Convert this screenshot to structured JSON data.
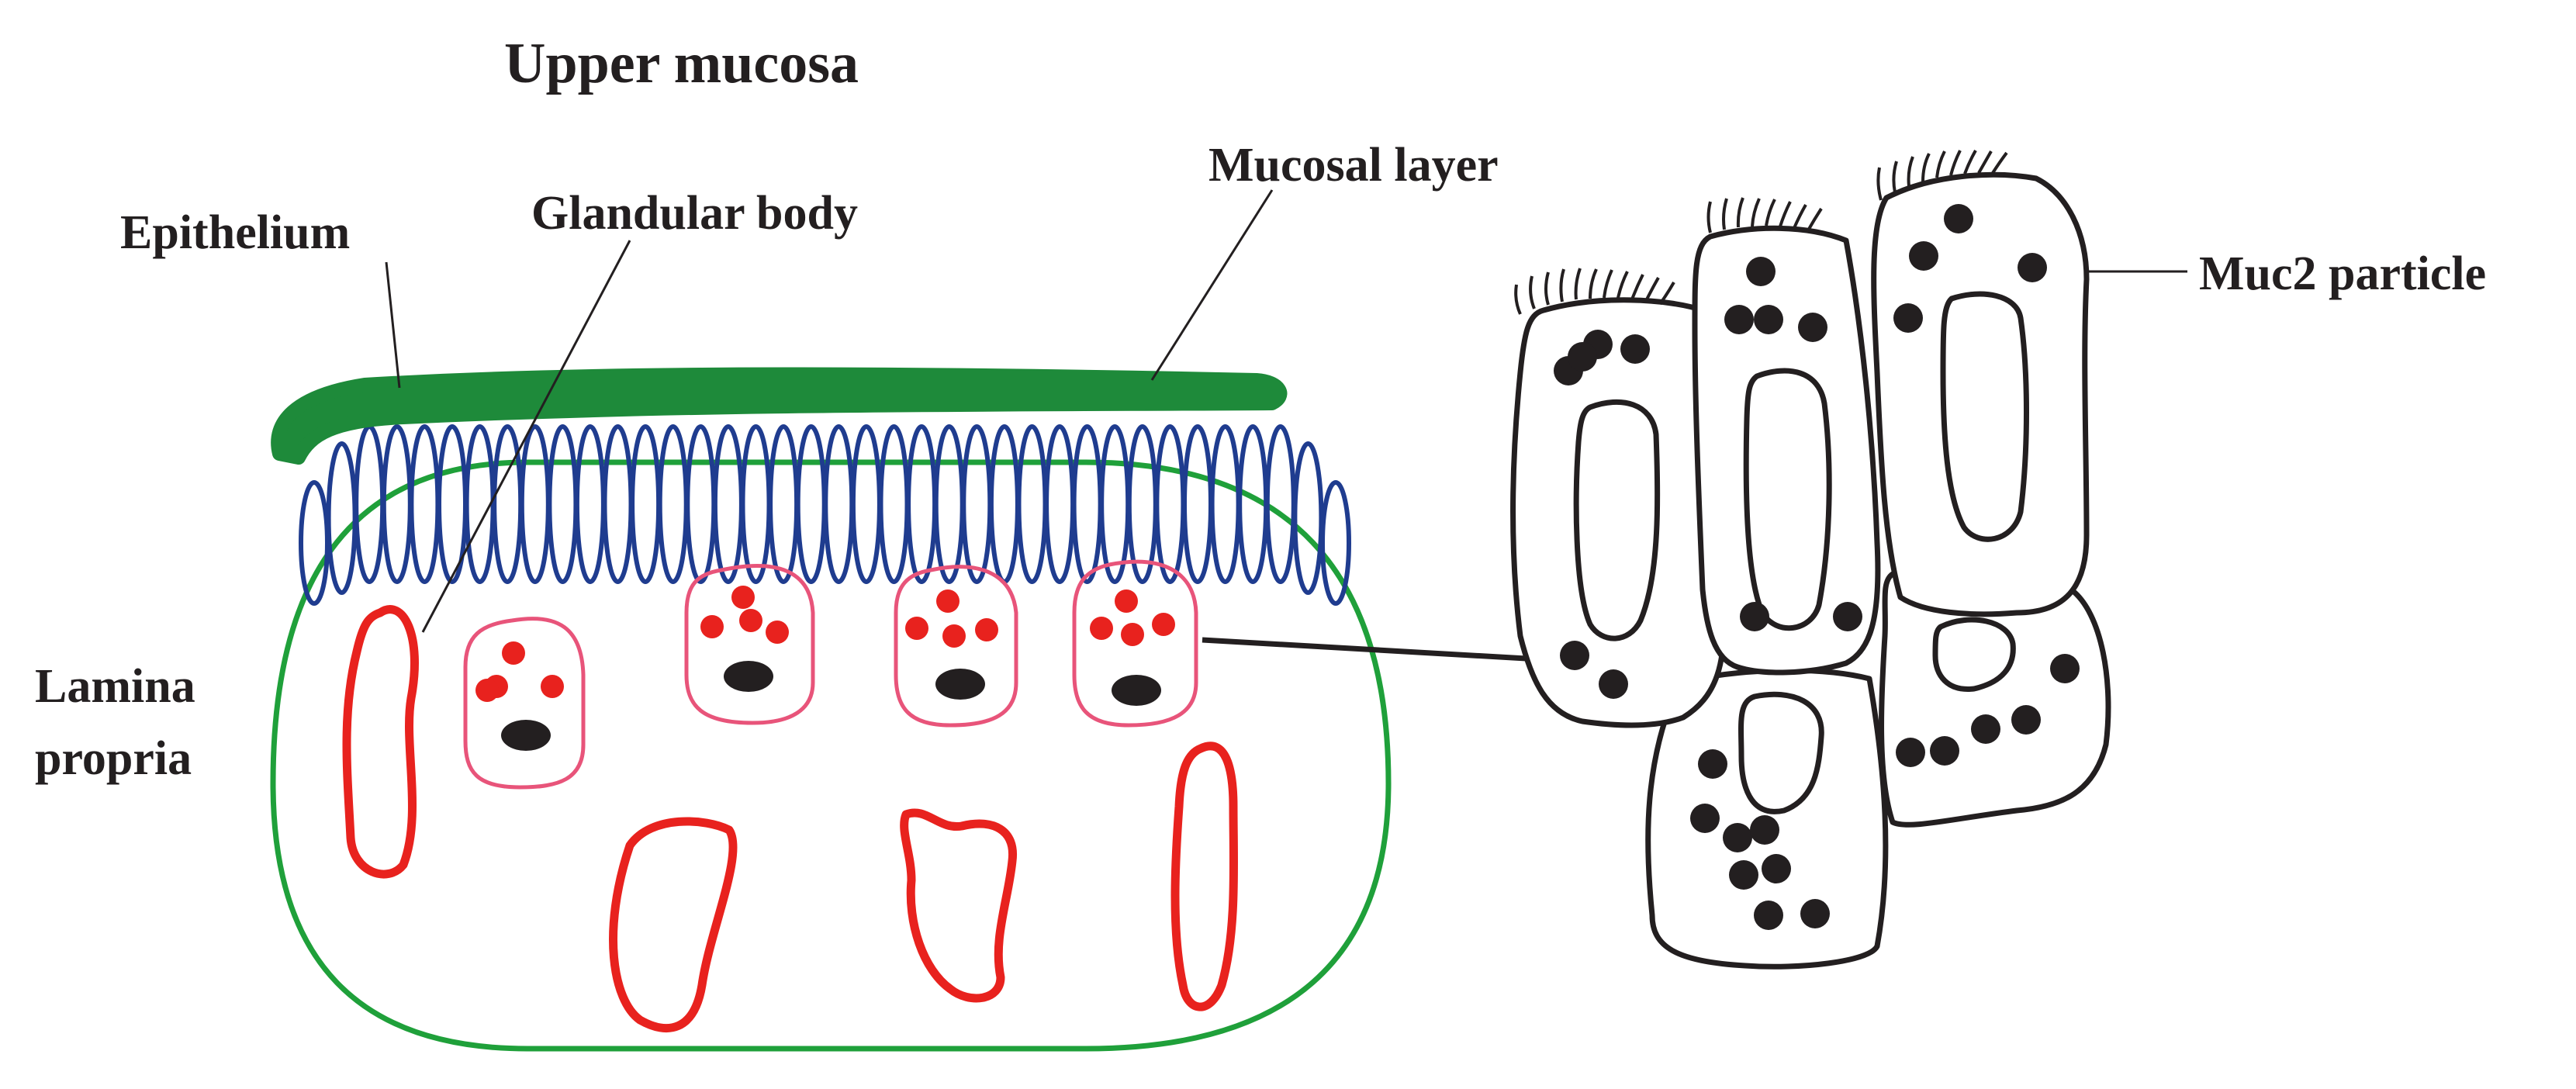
{
  "labels": {
    "title": "Upper mucosa",
    "epithelium": "Epithelium",
    "glandular_body": "Glandular body",
    "mucosal_layer": "Mucosal layer",
    "lamina_line1": "Lamina",
    "lamina_line2": "propria",
    "muc2": "Muc2 particle"
  },
  "colors": {
    "mucosal_layer": "#1e8a3a",
    "epithelium_loops": "#1f3c8f",
    "lamina_outline": "#1fa03a",
    "vessels": "#e8221e",
    "goblet_outline": "#e8547a",
    "granules": "#e8221e",
    "nucleus": "#231f20",
    "cell_outline": "#231f20",
    "text": "#231f20"
  }
}
